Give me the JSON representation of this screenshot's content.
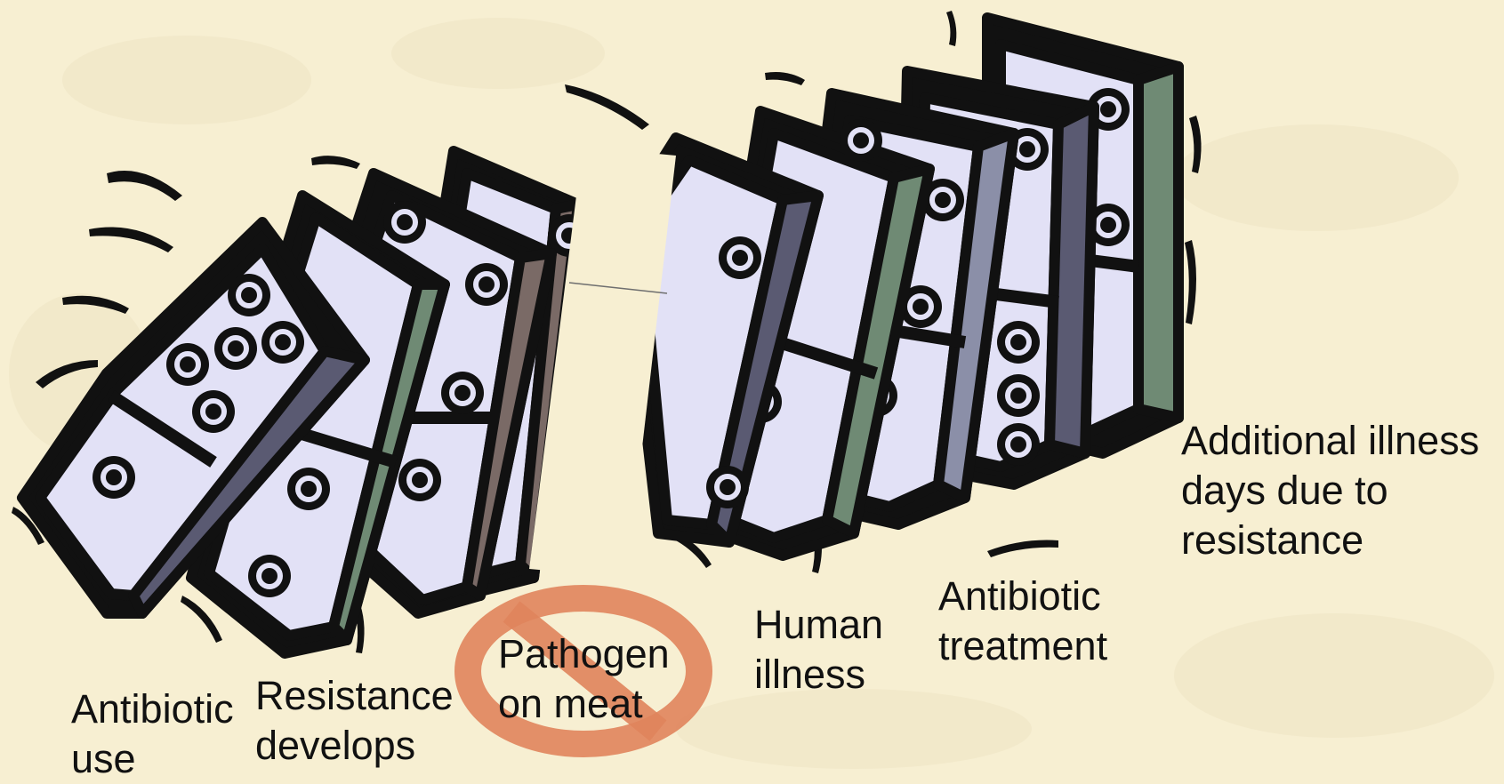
{
  "labels": {
    "antibiotic_use": "Antibiotic\nuse",
    "resistance_develops": "Resistance\ndevelops",
    "pathogen_on_meat": "Pathogen\non meat",
    "human_illness": "Human\nillness",
    "antibiotic_treatment": "Antibiotic\ntreatment",
    "additional_illness_days": "Additional illness\ndays due to\nresistance"
  },
  "colors": {
    "background": "#f7efd2",
    "domino_face": "#e2e1f6",
    "domino_outline": "#111111",
    "prohibition_sign": "#e0845c"
  },
  "icons": {
    "falling_dominoes": "falling-dominoes-illustration",
    "prohibition": "no-sign-icon"
  }
}
